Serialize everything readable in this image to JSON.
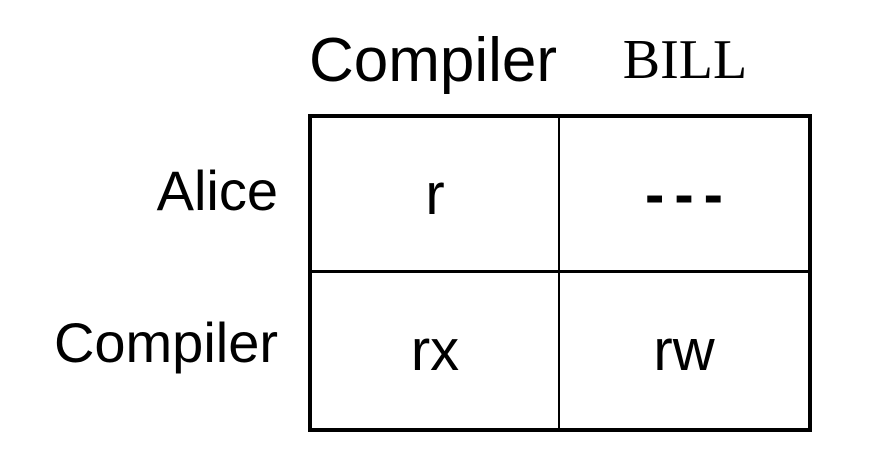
{
  "diagram": {
    "type": "access-control-matrix",
    "column_headers": [
      "Compiler",
      "BILL"
    ],
    "row_headers": [
      "Alice",
      "Compiler"
    ],
    "cells": [
      [
        "r",
        "---"
      ],
      [
        "rx",
        "rw"
      ]
    ]
  },
  "colors": {
    "background": "#ffffff",
    "line": "#000000",
    "text": "#000000"
  }
}
